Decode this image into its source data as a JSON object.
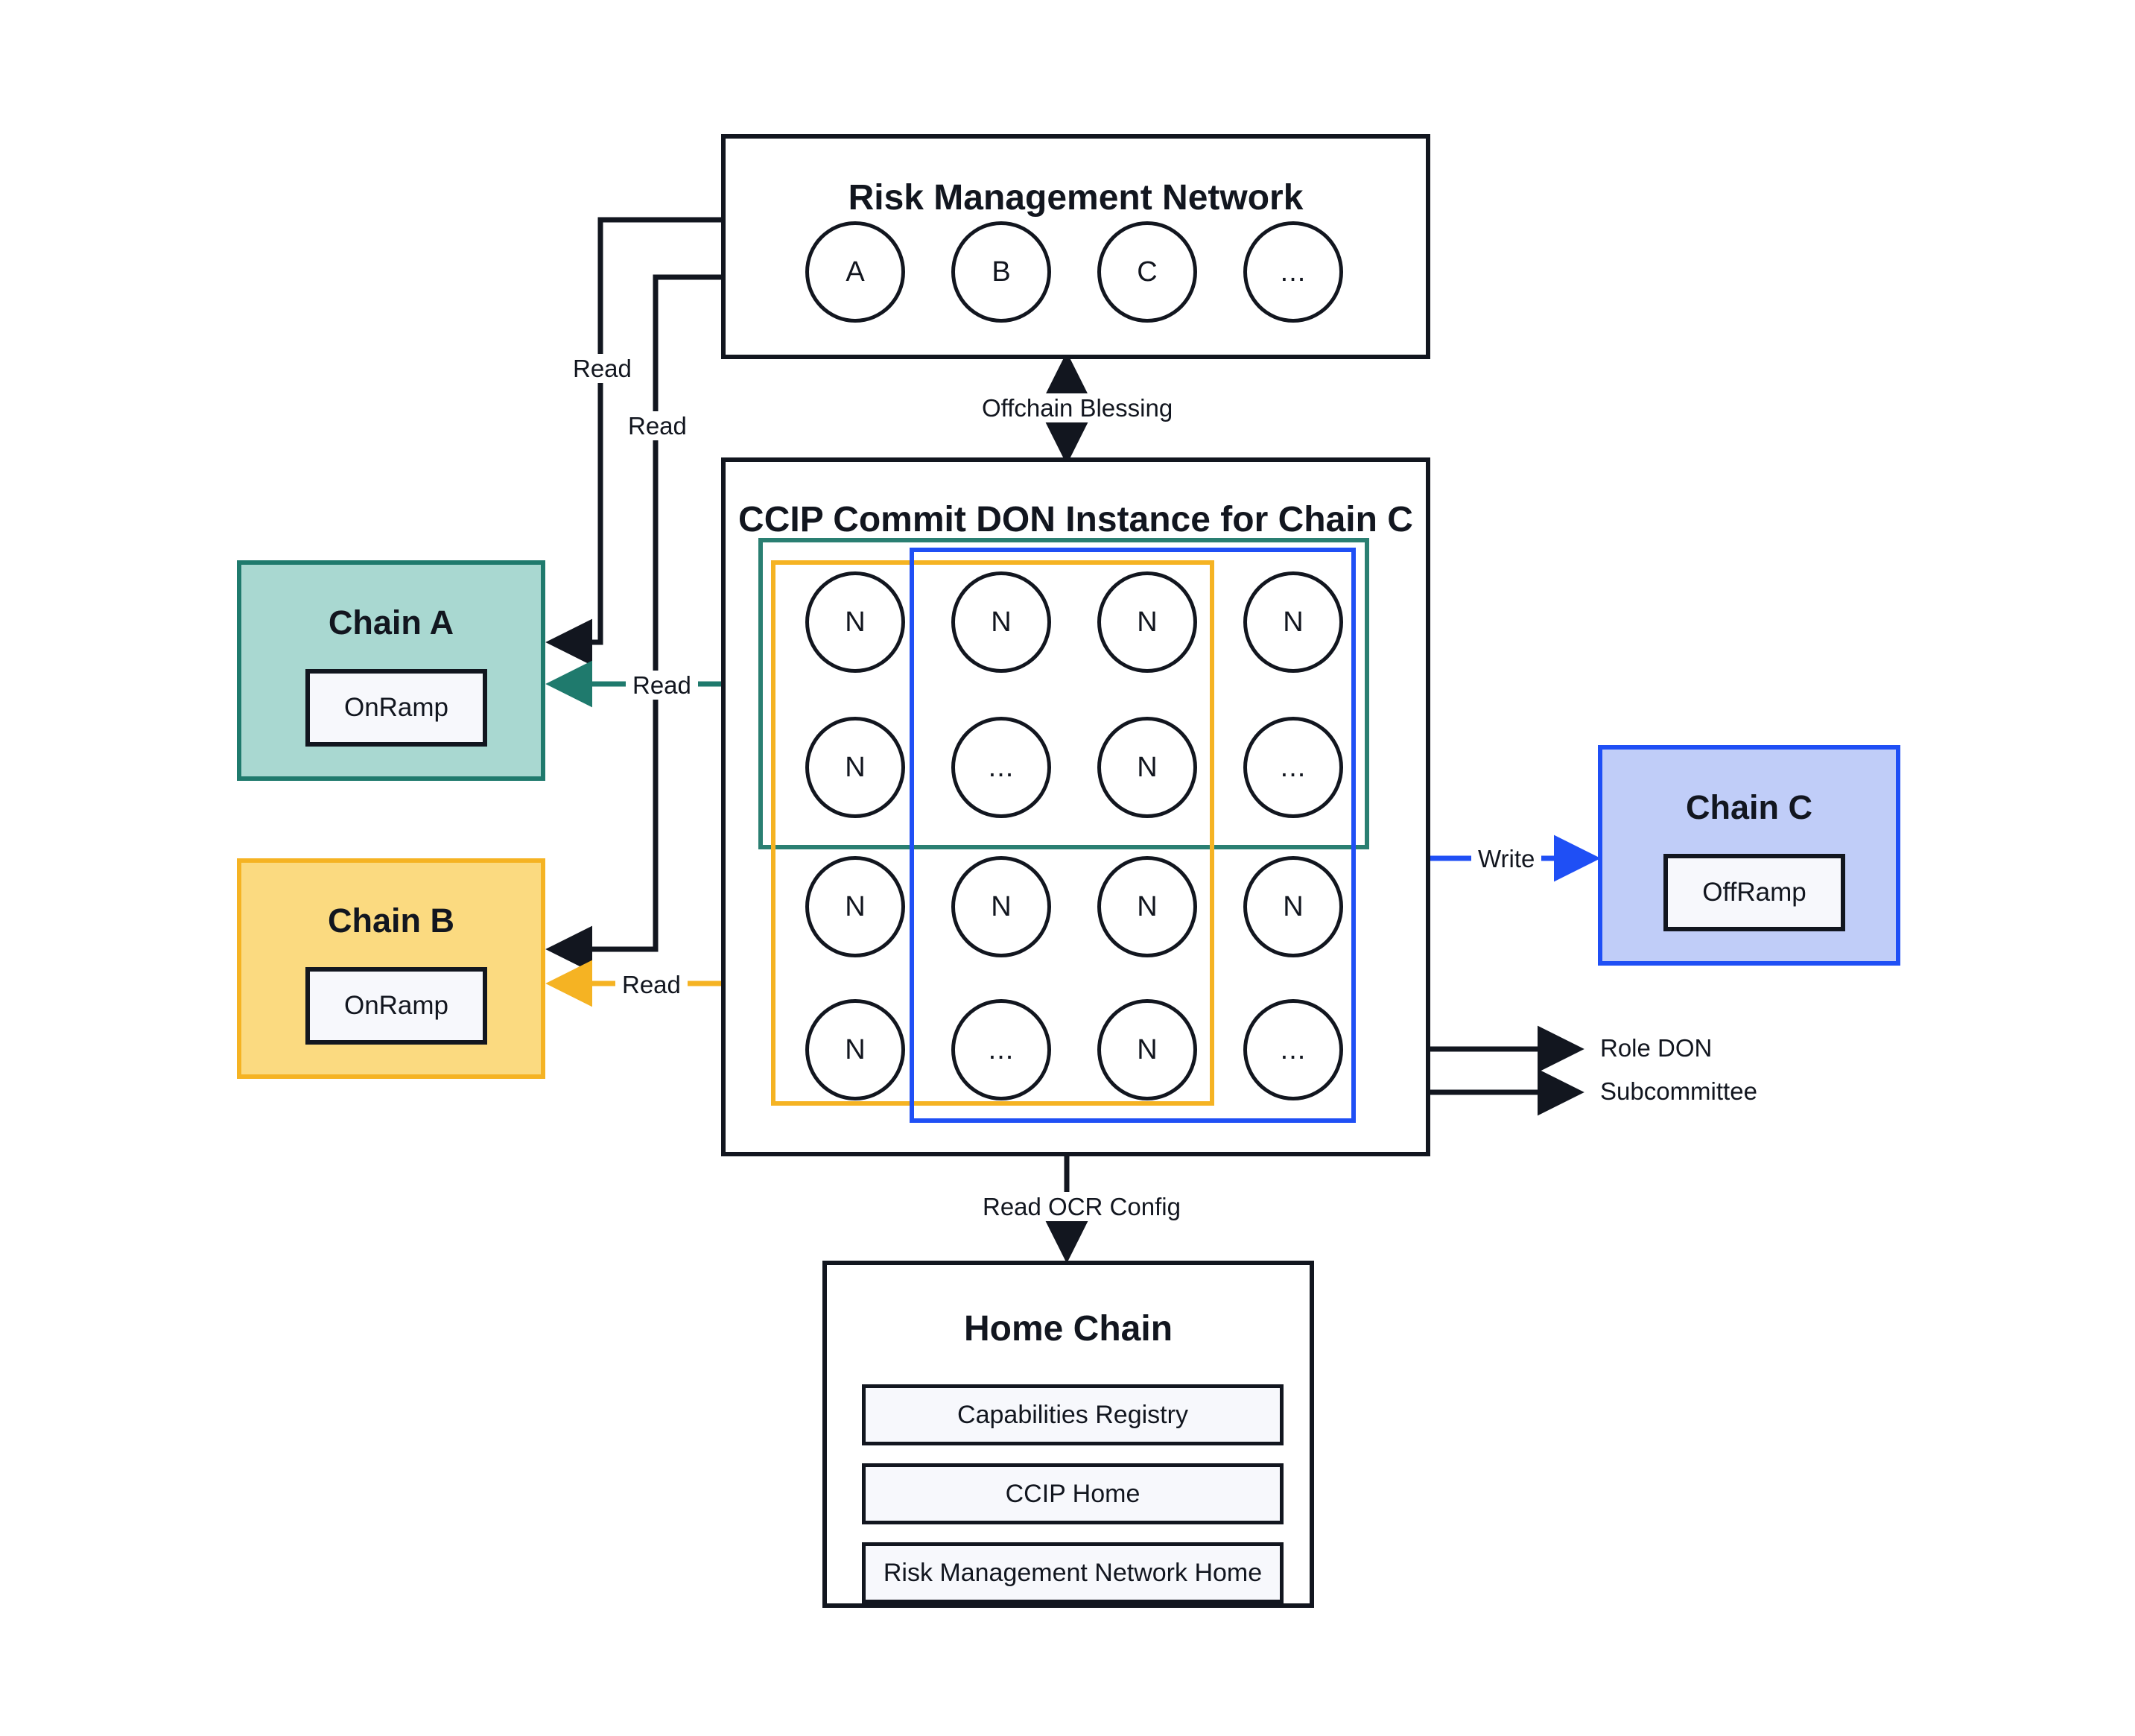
{
  "diagram": {
    "title": "CCIP Commit DON Instance architecture",
    "colors": {
      "ink": "#12161f",
      "teal_border": "#1f7a6d",
      "teal_fill": "#a9d8d1",
      "teal_group": "#2a7f72",
      "orange_border": "#f5b323",
      "orange_fill": "#fbda80",
      "blue_border": "#1f4ff5",
      "blue_fill": "#c0cdf8",
      "panel_fill": "#f7f8fc",
      "background": "#ffffff"
    }
  },
  "risk_management_network": {
    "title": "Risk Management Network",
    "nodes": [
      "A",
      "B",
      "C",
      "..."
    ]
  },
  "commit_don": {
    "title": "CCIP Commit DON Instance for Chain C",
    "node_rows": [
      [
        "N",
        "N",
        "N",
        "N"
      ],
      [
        "N",
        "...",
        "N",
        "..."
      ],
      [
        "N",
        "N",
        "N",
        "N"
      ],
      [
        "N",
        "...",
        "N",
        "..."
      ]
    ],
    "groups": [
      {
        "name": "role-don-group",
        "color": "#2a7f72"
      },
      {
        "name": "chain-b-subcommittee-group",
        "color": "#f5b323"
      },
      {
        "name": "chain-c-subcommittee-group",
        "color": "#1f4ff5"
      }
    ],
    "legend": [
      {
        "label": "Role DON"
      },
      {
        "label": "Subcommittee"
      }
    ]
  },
  "chain_a": {
    "title": "Chain A",
    "ramp": "OnRamp"
  },
  "chain_b": {
    "title": "Chain B",
    "ramp": "OnRamp"
  },
  "chain_c": {
    "title": "Chain C",
    "ramp": "OffRamp"
  },
  "home_chain": {
    "title": "Home Chain",
    "items": [
      "Capabilities Registry",
      "CCIP Home",
      "Risk Management Network Home"
    ]
  },
  "edges": {
    "rmn_read_a": "Read",
    "rmn_read_b": "Read",
    "don_read_a": "Read",
    "don_read_b": "Read",
    "offchain_blessing": "Offchain Blessing",
    "write_chain_c": "Write",
    "read_ocr_config": "Read OCR Config"
  }
}
